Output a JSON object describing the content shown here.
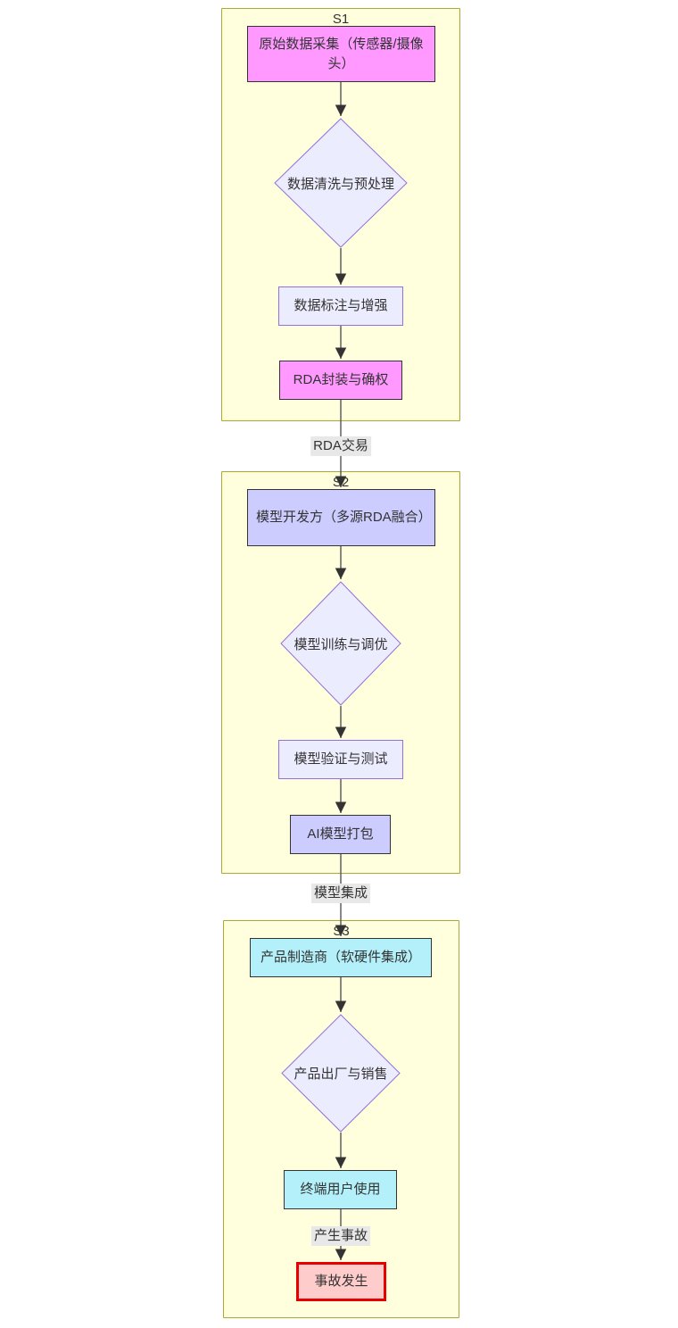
{
  "diagram": {
    "subgraphs": [
      {
        "label": "S1"
      },
      {
        "label": "S2"
      },
      {
        "label": "S3"
      }
    ],
    "nodes": {
      "raw_data": {
        "label": "原始数据采集（传感器/摄像头）"
      },
      "cleaning": {
        "label": "数据清洗与预处理"
      },
      "annotation": {
        "label": "数据标注与增强"
      },
      "rda_packaging": {
        "label": "RDA封装与确权"
      },
      "model_developer": {
        "label": "模型开发方（多源RDA融合）"
      },
      "training": {
        "label": "模型训练与调优"
      },
      "validation": {
        "label": "模型验证与测试"
      },
      "model_packaging": {
        "label": "AI模型打包"
      },
      "manufacturer": {
        "label": "产品制造商（软硬件集成）"
      },
      "sales": {
        "label": "产品出厂与销售"
      },
      "end_user": {
        "label": "终端用户使用"
      },
      "accident": {
        "label": "事故发生"
      }
    },
    "edge_labels": {
      "rda_trade": "RDA交易",
      "model_integration": "模型集成",
      "accident_occurs": "产生事故"
    },
    "colors": {
      "subgraph_fill": "#ffffde",
      "subgraph_border": "#aaaa33",
      "default_node_fill": "#ececff",
      "default_node_border": "#9370db",
      "data_node_fill": "#ff99ff",
      "model_node_fill": "#ccccff",
      "product_node_fill": "#b3f0f9",
      "custom_node_border": "#333333",
      "accident_node_fill": "#ffcccc",
      "accident_node_border": "#e60000",
      "edge_label_bg": "#e8e8e8",
      "edge_color": "#555555",
      "text_color": "#333333"
    }
  }
}
